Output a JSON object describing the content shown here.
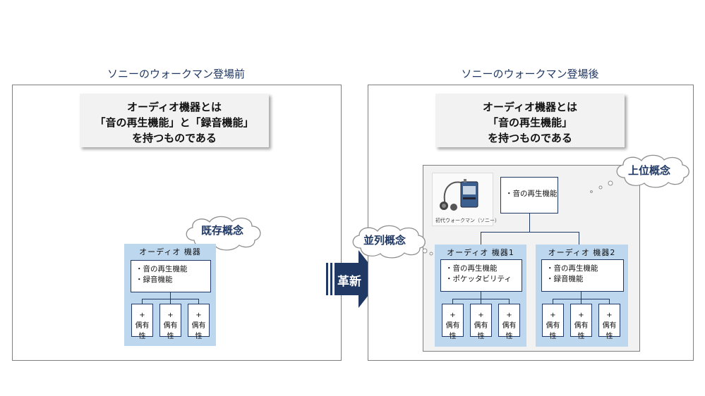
{
  "left": {
    "title": "ソニーのウォークマン登場前",
    "definition": [
      "オーディオ機器とは",
      "「音の再生機能」と「録音機能」",
      "を持つものである"
    ],
    "cloud": "既存概念",
    "group": {
      "title": "オーディオ 機器",
      "functions": [
        "・音の再生機能",
        "・録音機能"
      ],
      "variants": [
        {
          "plus": "+",
          "label": "偶有性"
        },
        {
          "plus": "+",
          "label": "偶有性"
        },
        {
          "plus": "+",
          "label": "偶有性"
        }
      ]
    }
  },
  "arrow": {
    "label": "革新",
    "color": "#1f3864"
  },
  "right": {
    "title": "ソニーのウォークマン登場後",
    "definition": [
      "オーディオ機器とは",
      "「音の再生機能」",
      "を持つものである"
    ],
    "cloud_upper": "上位概念",
    "cloud_parallel": "並列概念",
    "photo_caption": "初代ウォークマン（ソニー）",
    "top_function": "・音の再生機能",
    "group1": {
      "title": "オーディオ 機器1",
      "functions": [
        "・音の再生機能",
        "・ポケッタビリティ"
      ],
      "variants": [
        {
          "plus": "+",
          "label": "偶有性"
        },
        {
          "plus": "+",
          "label": "偶有性"
        },
        {
          "plus": "+",
          "label": "偶有性"
        }
      ]
    },
    "group2": {
      "title": "オーディオ 機器2",
      "functions": [
        "・音の再生機能",
        "・録音機能"
      ],
      "variants": [
        {
          "plus": "+",
          "label": "偶有性"
        },
        {
          "plus": "+",
          "label": "偶有性"
        },
        {
          "plus": "+",
          "label": "偶有性"
        }
      ]
    }
  },
  "colors": {
    "navy": "#1f3864",
    "group_fill": "#bdd7ee",
    "def_fill": "#f2f2f2"
  }
}
